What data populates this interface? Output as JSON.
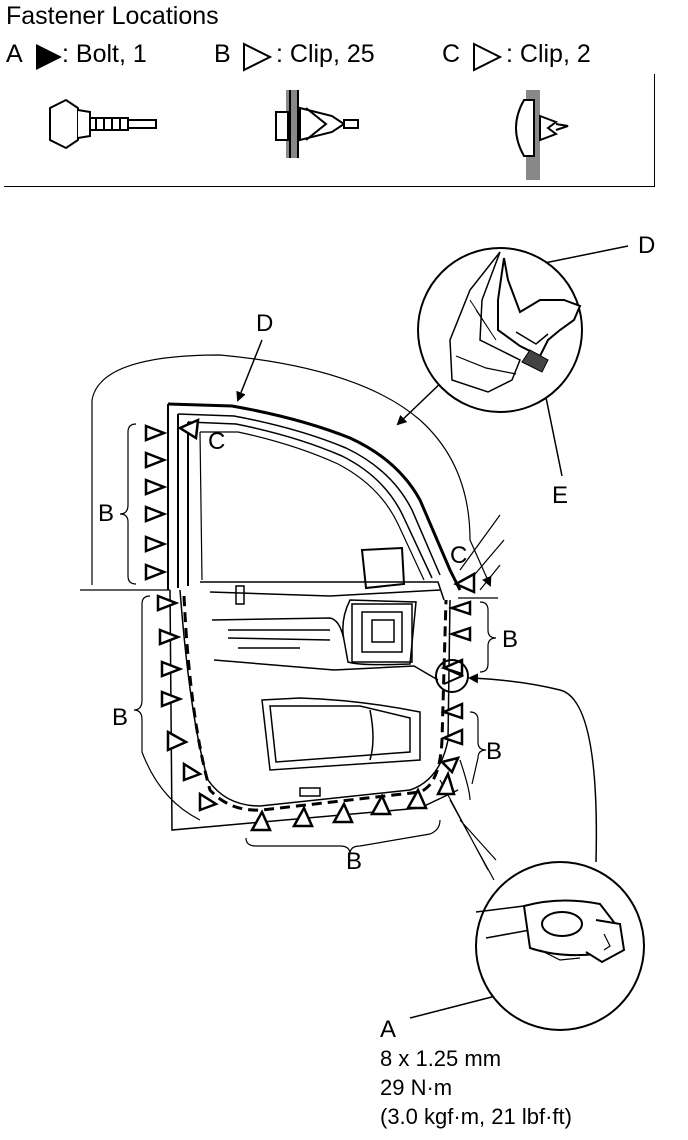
{
  "header": {
    "title": "Fastener Locations"
  },
  "legend": [
    {
      "letter": "A",
      "text": ": Bolt, 1"
    },
    {
      "letter": "B",
      "text": ": Clip, 25"
    },
    {
      "letter": "C",
      "text": ": Clip, 2"
    }
  ],
  "callouts": {
    "d_detail": "D",
    "d_door": "D",
    "e": "E",
    "c_top": "C",
    "c_right": "C",
    "b_upper_left": "B",
    "b_lower_left": "B",
    "b_right_upper": "B",
    "b_right_lower": "B",
    "b_bottom": "B",
    "a": "A"
  },
  "bolt_spec": {
    "size": "8 x 1.25 mm",
    "torque_nm": "29 N·m",
    "torque_alt": "(3.0 kgf·m, 21 lbf·ft)"
  }
}
